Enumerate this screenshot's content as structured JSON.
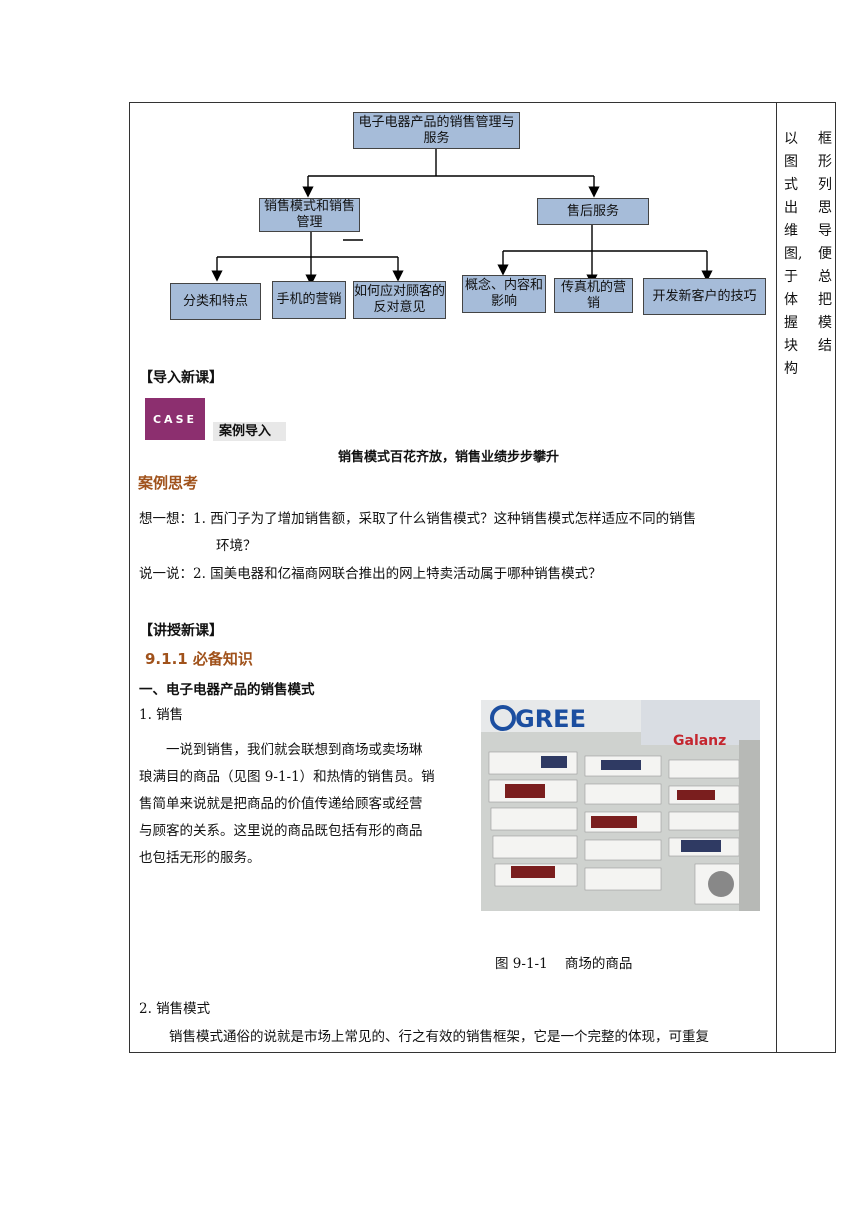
{
  "diagram": {
    "root": "电子电器产品的销售管理与服务",
    "branch_left": "销售模式和销售管理",
    "branch_right": "售后服务",
    "leaf_1": "分类和特点",
    "leaf_2": "手机的营销",
    "leaf_3": "如何应对顾客的反对意见",
    "leaf_4": "概念、内容和影响",
    "leaf_5": "传真机的营销",
    "leaf_6": "开发新客户的技巧"
  },
  "side_note": {
    "col_a": [
      "以",
      "图",
      "式",
      "出",
      "维",
      "图,",
      "于",
      "体",
      "握",
      "块",
      "构"
    ],
    "col_b": [
      "框",
      "形",
      "列",
      "思",
      "导",
      "便",
      "总",
      "把",
      "模",
      "结",
      ""
    ]
  },
  "sections": {
    "intro_heading": "【导入新课】",
    "case_logo": "CASE",
    "case_label": "案例导入",
    "case_title": "销售模式百花齐放，销售业绩步步攀升",
    "think_heading": "案例思考",
    "q1_prefix": "想一想：",
    "q1_text": "1.  西门子为了增加销售额，采取了什么销售模式？这种销售模式怎样适应不同的销售",
    "q1_cont": "环境？",
    "q2_prefix": "说一说：",
    "q2_text": "2.  国美电器和亿福商网联合推出的网上特卖活动属于哪种销售模式？",
    "teach_heading": "【讲授新课】",
    "knowledge_heading": "9.1.1  必备知识",
    "subsection_1": "一、电子电器产品的销售模式",
    "item_1": "1.  销售",
    "para_1_lines": [
      "一说到销售，我们就会联想到商场或卖场琳",
      "琅满目的商品（见图 9-1-1）和热情的销售员。销",
      "售简单来说就是把商品的价值传递给顾客或经营",
      "与顾客的关系。这里说的商品既包括有形的商品",
      "也包括无形的服务。"
    ],
    "figure_caption": "图 9-1-1    商场的商品",
    "photo_brand_1": "GREE",
    "photo_brand_2": "Galanz",
    "item_2": "2.  销售模式",
    "para_2": "销售模式通俗的说就是市场上常见的、行之有效的销售框架，它是一个完整的体现，可重复"
  }
}
